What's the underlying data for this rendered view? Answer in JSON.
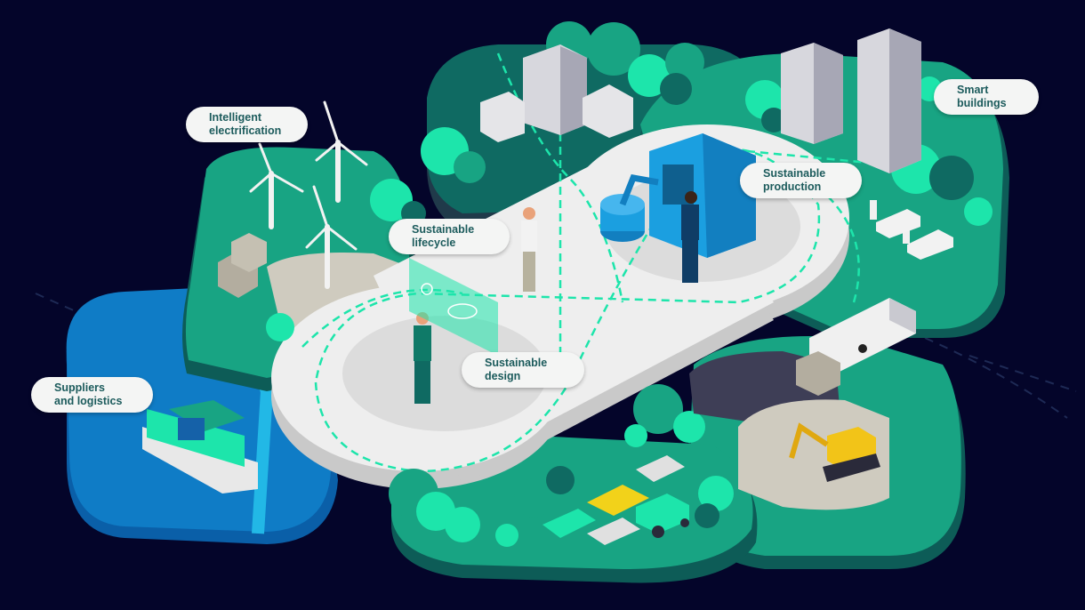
{
  "labels": {
    "intelligent_electrification": [
      "Intelligent",
      "electrification"
    ],
    "sustainable_lifecycle": [
      "Sustainable",
      "lifecycle"
    ],
    "sustainable_design": [
      "Sustainable",
      "design"
    ],
    "suppliers_logistics": [
      "Suppliers",
      "and logistics"
    ],
    "smart_buildings": [
      "Smart",
      "buildings"
    ],
    "sustainable_production": [
      "Sustainable",
      "production"
    ]
  },
  "colors": {
    "background": "#04052a",
    "dark_teal": "#0f6a62",
    "green": "#18a483",
    "mint": "#1de5ab",
    "platform": "#ececec",
    "water": "#0f7cc6",
    "label_text": "#1c5b5c"
  }
}
